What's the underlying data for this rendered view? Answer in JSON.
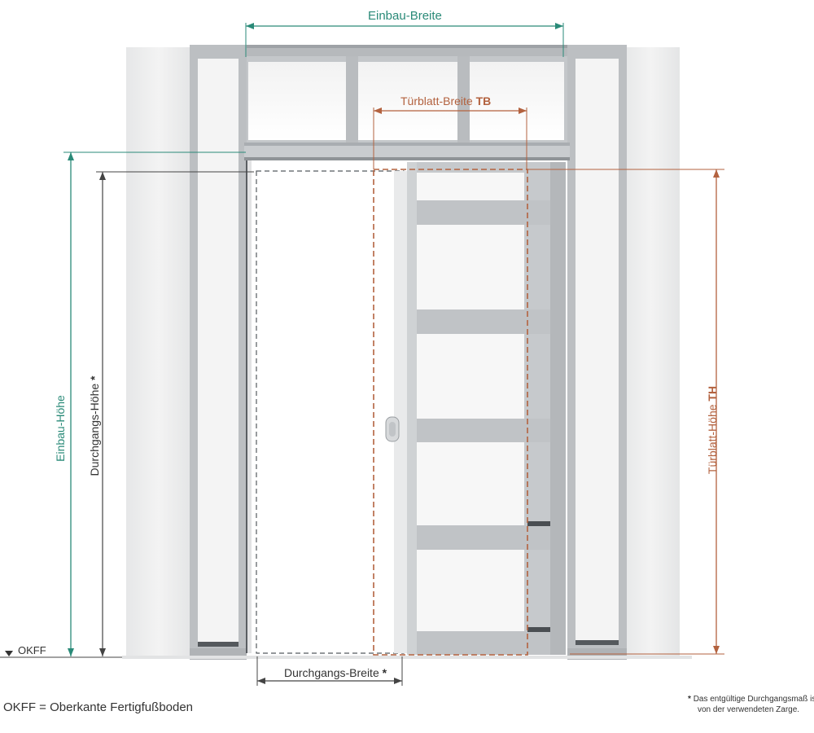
{
  "labels": {
    "einbau_breite": "Einbau-Breite",
    "tuerblatt_breite_prefix": "Türblatt-Breite ",
    "tuerblatt_breite_abbr": "TB",
    "tuerblatt_hoehe_prefix": "Türblatt-Höhe ",
    "tuerblatt_hoehe_abbr": "TH",
    "einbau_hoehe": "Einbau-Höhe",
    "durchgangs_hoehe": "Durchgangs-Höhe",
    "durchgangs_hoehe_star": "*",
    "durchgangs_breite": "Durchgangs-Breite",
    "durchgangs_breite_star": "*",
    "okff": "OKFF"
  },
  "legend": {
    "okff_definition": "OKFF = Oberkante Fertigfußboden"
  },
  "footnote": {
    "star": "*",
    "line1": "Das entgültige Durchgangsmaß ist a",
    "line2": "von der verwendeten Zarge."
  },
  "colors": {
    "teal": "#2a8a78",
    "rust": "#b3623f",
    "frame": "#b9bcbf",
    "wall": "#eeeeee",
    "text_dark": "#333333"
  }
}
